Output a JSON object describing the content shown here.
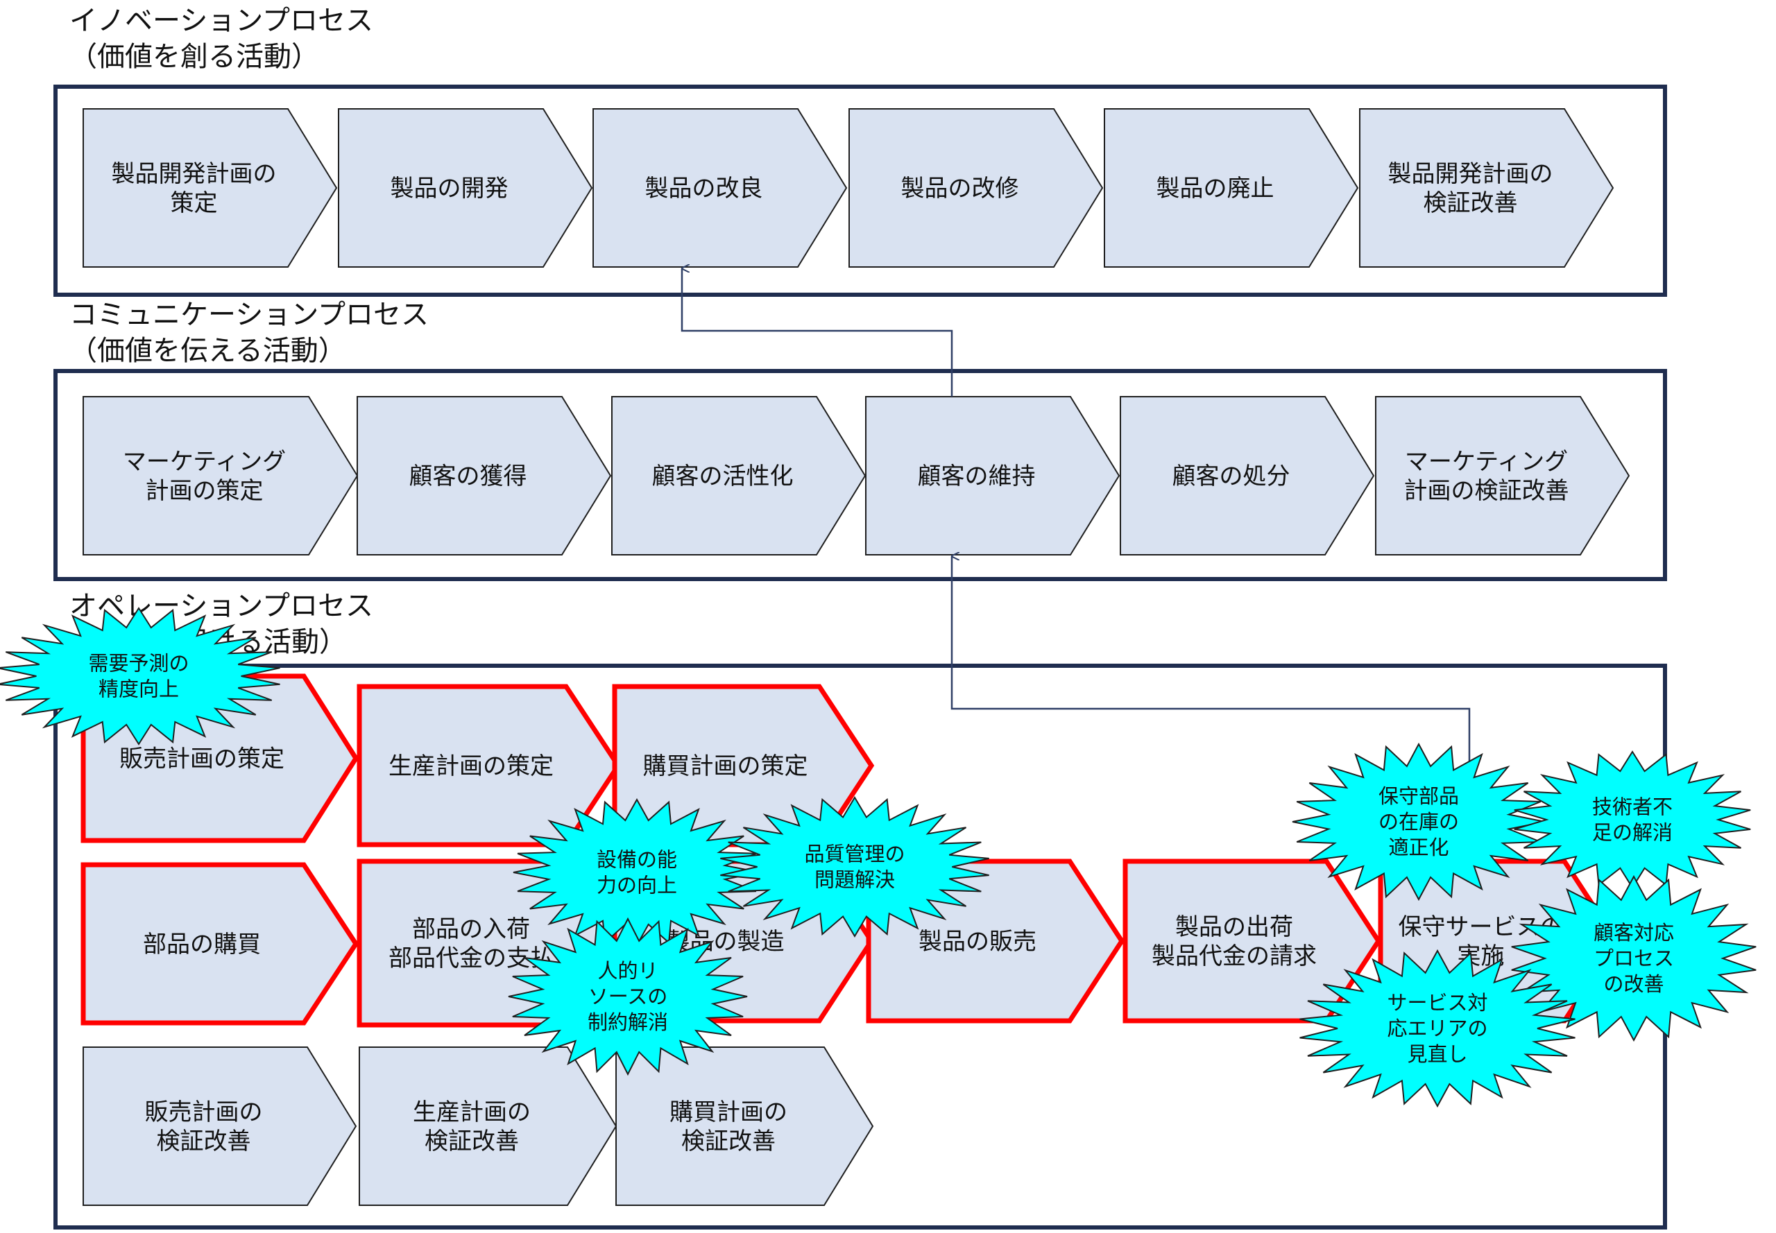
{
  "colors": {
    "frame": "#1f2d4f",
    "step_fill": "#d9e2f1",
    "step_stroke": "#1f1f1f",
    "highlight_stroke": "#ff0000",
    "burst_fill": "#00ffff",
    "arrow": "#2f3f66"
  },
  "sections": [
    {
      "title_line1": "イノベーションプロセス",
      "title_line2": "（価値を創る活動）",
      "steps": [
        {
          "text": "製品開発計画の\n策定"
        },
        {
          "text": "製品の開発"
        },
        {
          "text": "製品の改良"
        },
        {
          "text": "製品の改修"
        },
        {
          "text": "製品の廃止"
        },
        {
          "text": "製品開発計画の\n検証改善"
        }
      ]
    },
    {
      "title_line1": "コミュニケーションプロセス",
      "title_line2": "（価値を伝える活動）",
      "steps": [
        {
          "text": "マーケティング\n計画の策定"
        },
        {
          "text": "顧客の獲得"
        },
        {
          "text": "顧客の活性化"
        },
        {
          "text": "顧客の維持"
        },
        {
          "text": "顧客の処分"
        },
        {
          "text": "マーケティング\n計画の検証改善"
        }
      ]
    },
    {
      "title_line1": "オペレーションプロセス",
      "title_line2": "（価値を届ける活動）",
      "steps": [
        {
          "text": "販売計画の策定",
          "highlight": true
        },
        {
          "text": "生産計画の策定",
          "highlight": true
        },
        {
          "text": "購買計画の策定",
          "highlight": true
        },
        {
          "text": "部品の購買",
          "highlight": true
        },
        {
          "text": "部品の入荷\n部品代金の支払",
          "highlight": true
        },
        {
          "text": "製品の製造",
          "highlight": true
        },
        {
          "text": "製品の販売",
          "highlight": true
        },
        {
          "text": "製品の出荷\n製品代金の請求",
          "highlight": true
        },
        {
          "text": "保守サービスの\n実施",
          "highlight": true
        },
        {
          "text": "販売計画の\n検証改善",
          "highlight": false
        },
        {
          "text": "生産計画の\n検証改善",
          "highlight": false
        },
        {
          "text": "購買計画の\n検証改善",
          "highlight": false
        }
      ]
    }
  ],
  "issues": [
    {
      "text": "需要予測の\n精度向上"
    },
    {
      "text": "設備の能\n力の向上"
    },
    {
      "text": "品質管理の\n問題解決"
    },
    {
      "text": "人的リ\nソースの\n制約解消"
    },
    {
      "text": "保守部品\nの在庫の\n適正化"
    },
    {
      "text": "技術者不\n足の解消"
    },
    {
      "text": "顧客対応\nプロセス\nの改善"
    },
    {
      "text": "サービス対\n応エリアの\n見直し"
    }
  ]
}
